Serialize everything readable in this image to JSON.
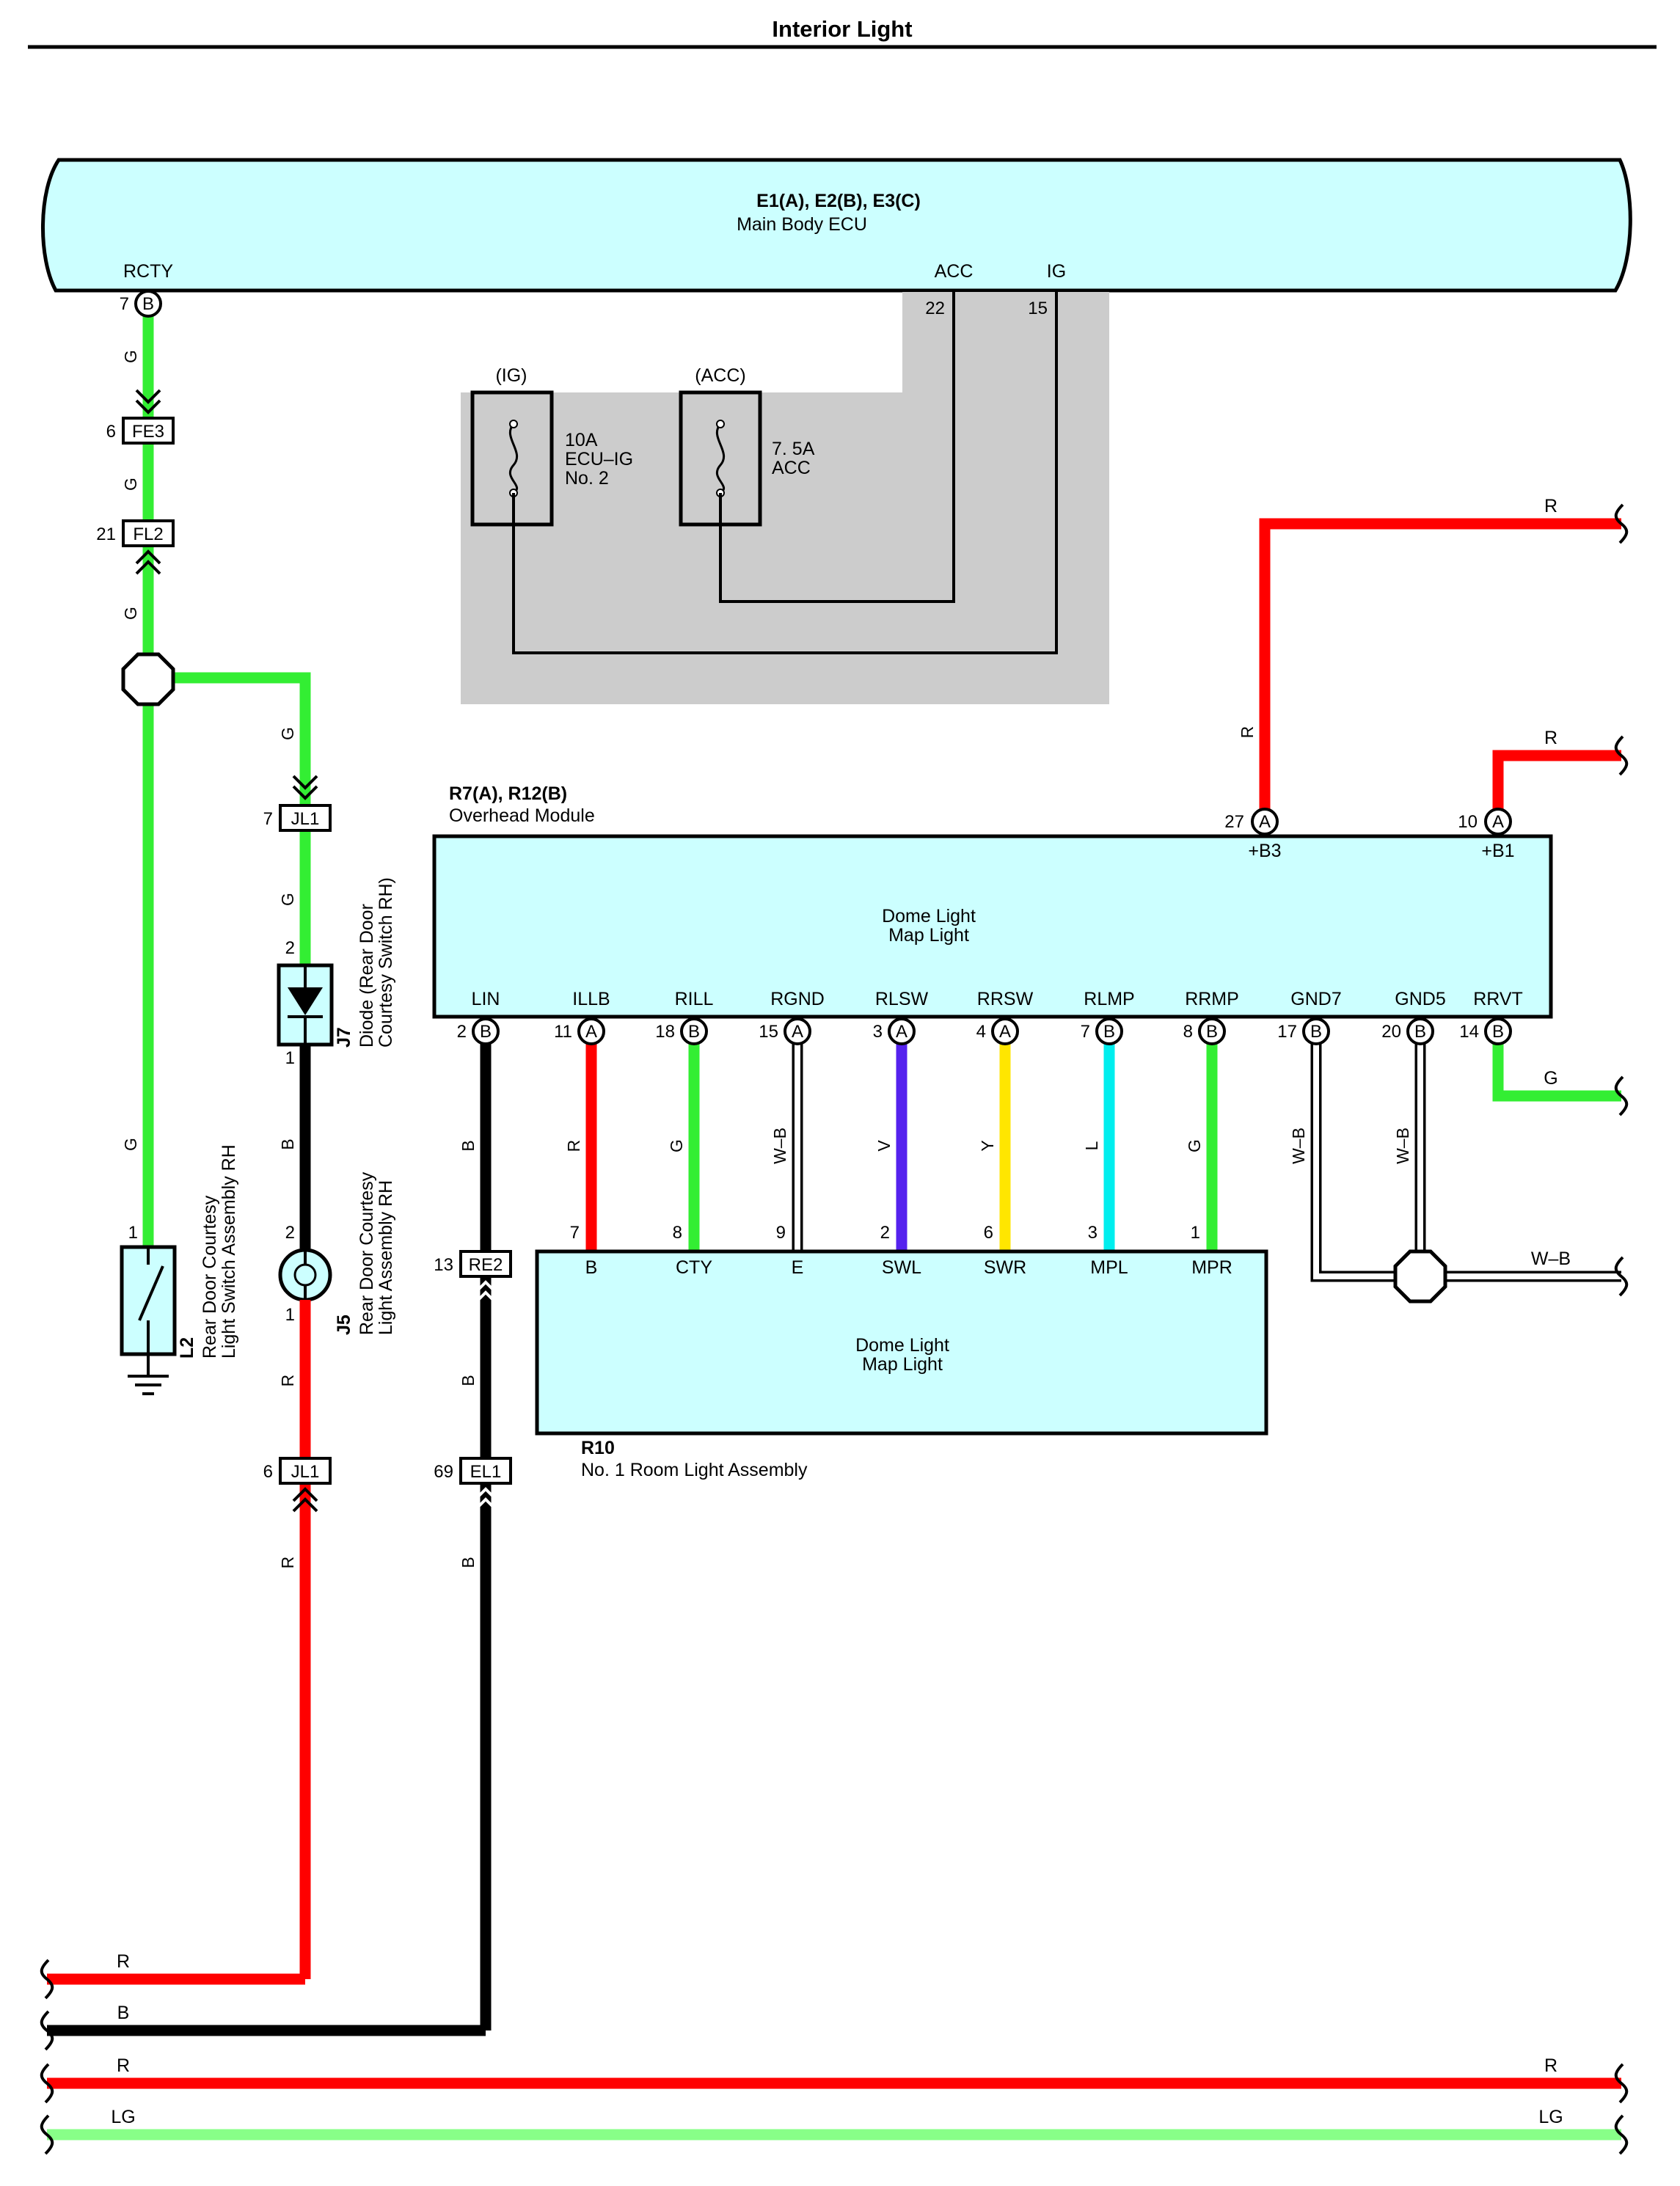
{
  "title": "Interior Light",
  "colors": {
    "R": "#ff0000",
    "G": "#33ee33",
    "B": "#000000",
    "V": "#5522ee",
    "Y": "#ffe600",
    "L": "#00eeee",
    "LG": "#88ff88",
    "module_fill": "#ccffff",
    "fuse_box_fill": "#cccccc"
  },
  "ecu": {
    "code": "E1(A), E2(B), E3(C)",
    "name": "Main Body ECU",
    "pin_rcty": "RCTY",
    "pin_rcty_num": "7",
    "pin_rcty_conn": "B",
    "pin_acc": "ACC",
    "pin_acc_num": "22",
    "pin_ig": "IG",
    "pin_ig_num": "15"
  },
  "fuses": {
    "ig_label": "(IG)",
    "ig_lines": [
      "10A",
      "ECU–IG",
      "No. 2"
    ],
    "acc_label": "(ACC)",
    "acc_lines": [
      "7. 5A",
      "ACC"
    ]
  },
  "left_branch": {
    "wire_g": "G",
    "fe3": "FE3",
    "fe3_pin": "6",
    "fl2": "FL2",
    "fl2_pin": "21",
    "jl1_top": "JL1",
    "jl1_top_pin": "7",
    "jl1_bottom": "JL1",
    "jl1_bottom_pin": "6",
    "wire_b": "B",
    "wire_r": "R"
  },
  "l2": {
    "code": "L2",
    "name_lines": [
      "Rear Door Courtesy",
      "Light Switch Assembly RH"
    ],
    "pin": "1"
  },
  "j7": {
    "code": "J7",
    "name_lines": [
      "Diode (Rear Door",
      "Courtesy Switch RH)"
    ],
    "pin_top": "2",
    "pin_bottom": "1"
  },
  "j5": {
    "code": "J5",
    "name_lines": [
      "Rear Door Courtesy",
      "Light Assembly RH"
    ],
    "pin_top": "2",
    "pin_bottom": "1"
  },
  "overhead": {
    "code": "R7(A), R12(B)",
    "name": "Overhead Module",
    "inner_lines": [
      "Dome Light",
      "Map Light"
    ],
    "pin_b3": "+B3",
    "pin_b3_num": "27",
    "pin_b3_conn": "A",
    "pin_b1": "+B1",
    "pin_b1_num": "10",
    "pin_b1_conn": "A",
    "pins": [
      {
        "name": "LIN",
        "num": "2",
        "conn": "B",
        "wire": "B"
      },
      {
        "name": "ILLB",
        "num": "11",
        "conn": "A",
        "wire": "R"
      },
      {
        "name": "RILL",
        "num": "18",
        "conn": "B",
        "wire": "G"
      },
      {
        "name": "RGND",
        "num": "15",
        "conn": "A",
        "wire": "W–B"
      },
      {
        "name": "RLSW",
        "num": "3",
        "conn": "A",
        "wire": "V"
      },
      {
        "name": "RRSW",
        "num": "4",
        "conn": "A",
        "wire": "Y"
      },
      {
        "name": "RLMP",
        "num": "7",
        "conn": "B",
        "wire": "L"
      },
      {
        "name": "RRMP",
        "num": "8",
        "conn": "B",
        "wire": "G"
      },
      {
        "name": "GND7",
        "num": "17",
        "conn": "B",
        "wire": "W–B"
      },
      {
        "name": "GND5",
        "num": "20",
        "conn": "B",
        "wire": "W–B"
      },
      {
        "name": "RRVT",
        "num": "14",
        "conn": "B",
        "wire": "G"
      }
    ]
  },
  "room_light": {
    "code": "R10",
    "name": "No. 1 Room Light Assembly",
    "inner_lines": [
      "Dome Light",
      "Map Light"
    ],
    "pins": [
      {
        "name": "B",
        "num": "7"
      },
      {
        "name": "CTY",
        "num": "8"
      },
      {
        "name": "E",
        "num": "9"
      },
      {
        "name": "SWL",
        "num": "2"
      },
      {
        "name": "SWR",
        "num": "6"
      },
      {
        "name": "MPL",
        "num": "3"
      },
      {
        "name": "MPR",
        "num": "1"
      }
    ]
  },
  "connectors": {
    "re2": "RE2",
    "re2_pin": "13",
    "el1": "EL1",
    "el1_pin": "69"
  },
  "right_wires": {
    "top_r": "R",
    "b3_r": "R",
    "b1_r": "R",
    "rrvt_g": "G",
    "ground_wb": "W–B"
  },
  "bottom_wires": {
    "r_left": "R",
    "b_left": "B",
    "r_full_left": "R",
    "r_full_right": "R",
    "lg_left": "LG",
    "lg_right": "LG"
  }
}
